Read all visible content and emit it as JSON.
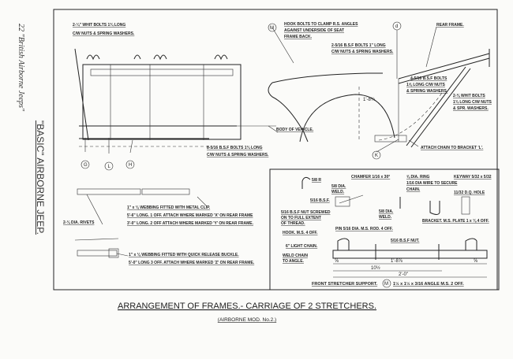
{
  "page_header": {
    "book_ref": "22 \"British Airborne Jeeps\"",
    "section": "\"BASIC\" AIRBORNE JEEP."
  },
  "seat_frame": {
    "bolts_top": [
      "2-¼\" WHIT BOLTS 1¾ LONG",
      "C/W NUTS & SPRING WASHERS."
    ],
    "bolts_bottom": [
      "8-5/16 B.S.F BOLTS 1¾ LONG",
      "C/W NUTS & SPRING WASHERS."
    ],
    "body_label": "BODY OF VEHICLE.",
    "markers": [
      "G",
      "L",
      "H"
    ]
  },
  "rear_frame": {
    "marker_m": "M",
    "hook_note": [
      "HOOK BOLTS TO CLAMP R.S. ANGLES",
      "AGAINST UNDERSIDE OF SEAT",
      "FRAME BACK."
    ],
    "marker_d": "d",
    "rear_frame_label": "REAR FRAME.",
    "bolts_a": [
      "2-5/16 B.S.F BOLTS 1\" LONG",
      "C/W NUTS & SPRING WASHERS."
    ],
    "bolts_b": [
      "4-5/16 B.S.F BOLTS",
      "1⅝ LONG C/W NUTS",
      "& SPRING WASHERS."
    ],
    "bolts_c": [
      "2-⅜ WHIT BOLTS",
      "1¾ LONG C/W NUTS",
      "& SPR. WASHERS."
    ],
    "height_dim": "1'-8¾",
    "chain_note": "ATTACH CHAIN TO BRACKET 'L'.",
    "marker_k": "K"
  },
  "webbing": {
    "rivets": "2-⅛ DIA. RIVETS",
    "clip_strap": [
      "1\" x ⅛ WEBBING FITTED WITH METAL CLIP.",
      "5'-6\" LONG. 1 OFF. ATTACH WHERE MARKED 'X' ON REAR FRAME",
      "3'-0\" LONG. 2 OFF ATTACH WHERE MARKED 'Y' ON REAR FRAME."
    ],
    "buckle_strap": [
      "1\" x ⅛ WEBBING FITTED WITH QUICK RELEASE BUCKLE.",
      "5'-0\" LONG 3 OFF. ATTACH WHERE MARKED 'Z' ON REAR FRAME."
    ]
  },
  "front_support": {
    "hook_r": "5/8 R",
    "hook_bsf": "5/16 B.S.F.",
    "nut_note": [
      "5/16 B.S.F NUT SCREWED",
      "ON TO FULL EXTENT",
      "OF THREAD."
    ],
    "hook_label": "HOOK. M.S. 4 OFF.",
    "chamfer": "CHAMFER 1/16 x 30°",
    "weld_dia": [
      "5/8 DIA.",
      "WELD."
    ],
    "weld_dia2": [
      "5/8 DIA.",
      "WELD."
    ],
    "ring": [
      "⅝ DIA. RING",
      "1/16 DIA WIRE TO SECURE",
      "CHAIN."
    ],
    "pin_label": "PIN 5/16 DIA. M.S. ROD. 4 OFF.",
    "keyway": "KEYWAY 5/32 x 5/32",
    "hole": "11/32 D.Q. HOLE",
    "bracket_label": "BRACKET. M.S. PLATE 1 x ⅛ 4 OFF.",
    "bsf_nut": "5/16 B.S.F NUT.",
    "chain": "6\" LIGHT CHAIN.",
    "weld_chain": [
      "WELD CHAIN",
      "TO ANGLE."
    ],
    "dims": [
      "1'-8⅞",
      "10½",
      "2'-0\"",
      "⅝",
      "⅝"
    ],
    "title": "FRONT STRETCHER SUPPORT.",
    "marker": "M",
    "material": "1½ x 1½ x 3/16 ANGLE M.S. 2 OFF."
  },
  "title": {
    "main": "ARRANGEMENT OF FRAMES.- CARRIAGE OF 2 STRETCHERS.",
    "sub": "(AIRBORNE MOD. No.2.)"
  }
}
